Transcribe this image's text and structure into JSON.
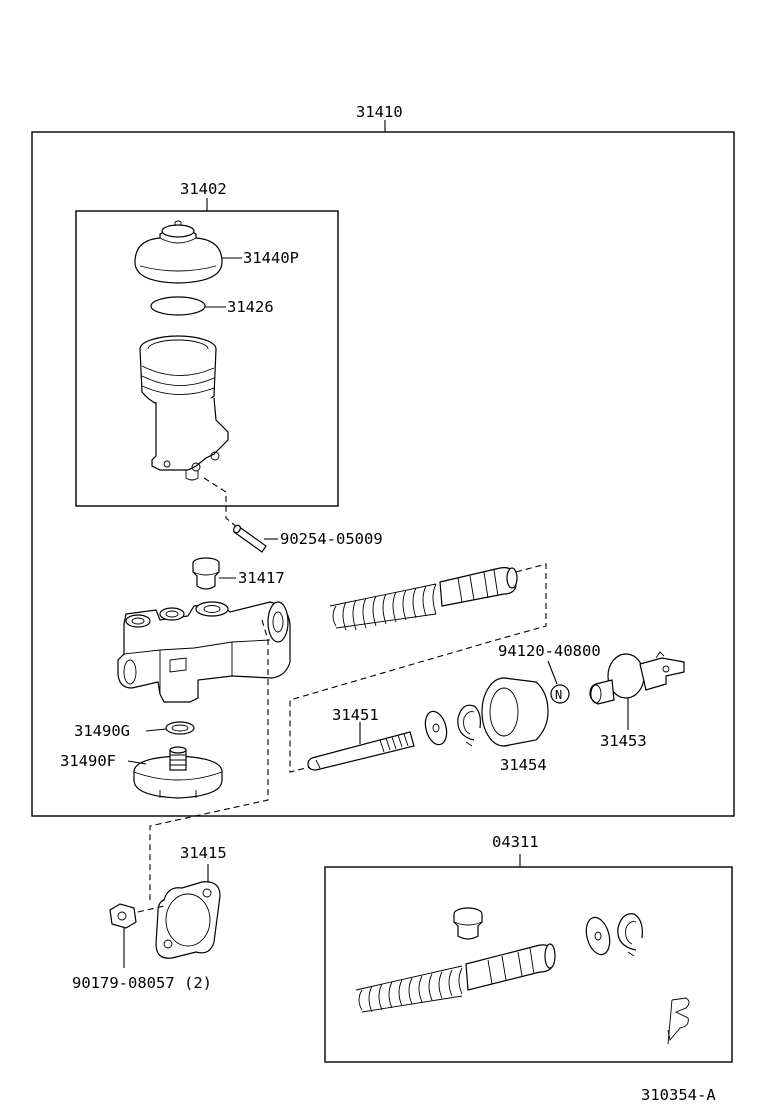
{
  "labels": {
    "assembly": "31410",
    "reservoir_set": "31402",
    "reservoir_cap": "31440P",
    "cap_gasket": "31426",
    "pin": "90254-05009",
    "grommet": "31417",
    "plug_gasket": "31490G",
    "plug": "31490F",
    "push_rod": "31451",
    "boot": "31454",
    "clevis": "31453",
    "nut_label": "94120-40800",
    "nut_marker": "N",
    "cylinder_gasket": "31415",
    "flange_nut": "90179-08057 (2)",
    "repair_kit": "04311",
    "figure_number": "310354-A"
  }
}
